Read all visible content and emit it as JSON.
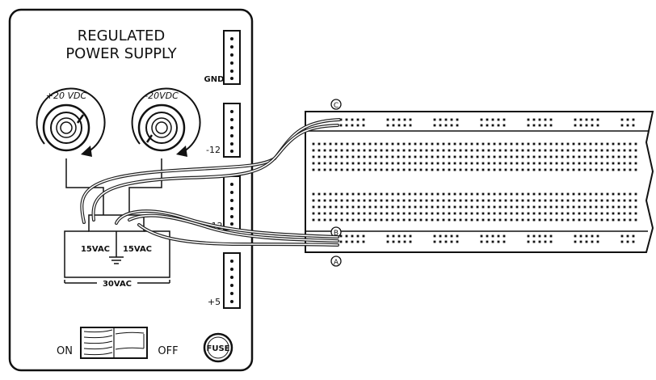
{
  "power_supply": {
    "title_line1": "REGULATED",
    "title_line2": "POWER SUPPLY",
    "knob_positive_label": "+20 VDC",
    "knob_negative_label": "-20VDC",
    "terminals": [
      {
        "label": "GND"
      },
      {
        "label": "-12"
      },
      {
        "label": "+12"
      },
      {
        "label": "+5"
      }
    ],
    "transformer": {
      "left_label": "15VAC",
      "right_label": "15VAC",
      "total_label": "30VAC"
    },
    "switch_on_label": "ON",
    "switch_off_label": "OFF",
    "fuse_label": "FUSE"
  },
  "breadboard": {
    "point_labels": [
      "C",
      "B",
      "A"
    ]
  }
}
